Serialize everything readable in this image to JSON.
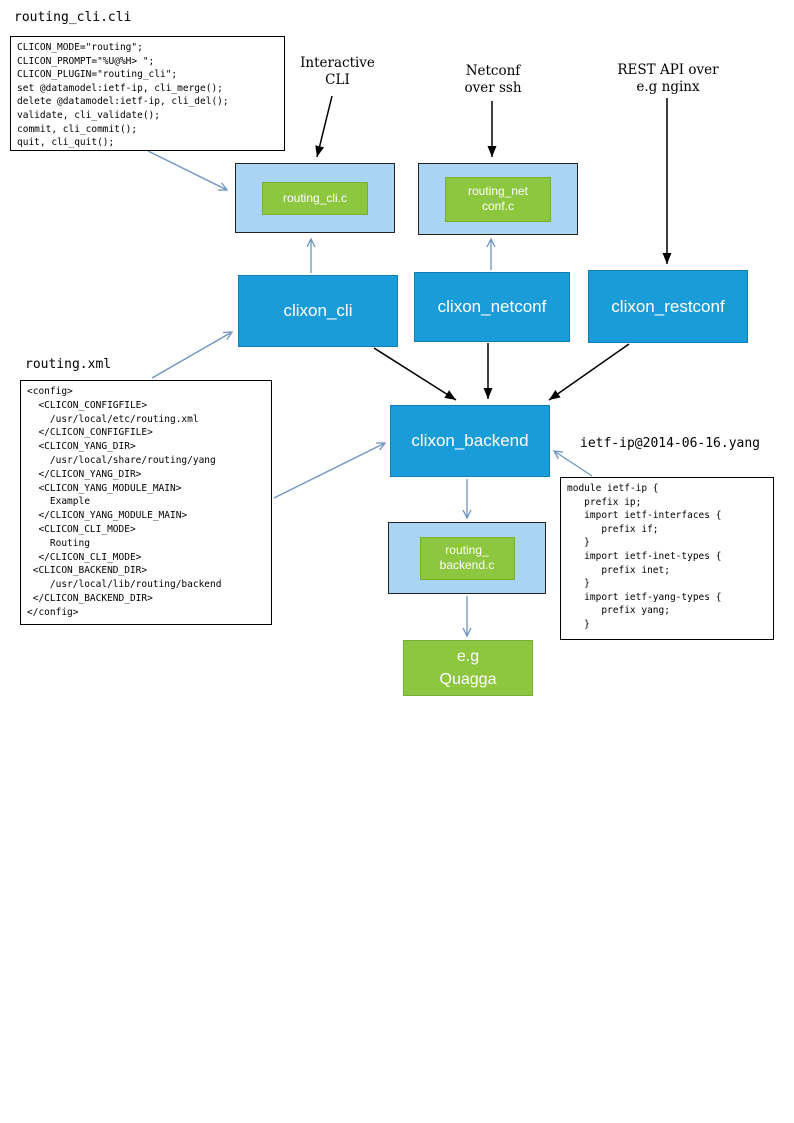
{
  "diagram": {
    "files": {
      "routing_cli": {
        "label": "routing_cli.cli",
        "code": "CLICON_MODE=\"routing\";\nCLICON_PROMPT=\"%U@%H> \";\nCLICON_PLUGIN=\"routing_cli\";\nset @datamodel:ietf-ip, cli_merge();\ndelete @datamodel:ietf-ip, cli_del();\nvalidate, cli_validate();\ncommit, cli_commit();\nquit, cli_quit();"
      },
      "routing_xml": {
        "label": "routing.xml",
        "code": "<config>\n  <CLICON_CONFIGFILE>\n    /usr/local/etc/routing.xml\n  </CLICON_CONFIGFILE>\n  <CLICON_YANG_DIR>\n    /usr/local/share/routing/yang\n  </CLICON_YANG_DIR>\n  <CLICON_YANG_MODULE_MAIN>\n    Example\n  </CLICON_YANG_MODULE_MAIN>\n  <CLICON_CLI_MODE>\n    Routing\n  </CLICON_CLI_MODE>\n <CLICON_BACKEND_DIR>\n    /usr/local/lib/routing/backend\n </CLICON_BACKEND_DIR>\n</config>"
      },
      "yang": {
        "label": "ietf-ip@2014-06-16.yang",
        "code": "module ietf-ip {\n   prefix ip;\n   import ietf-interfaces {\n      prefix if;\n   }\n   import ietf-inet-types {\n      prefix inet;\n   }\n   import ietf-yang-types {\n      prefix yang;\n   }"
      }
    },
    "annotations": {
      "interactive_cli": "Interactive\nCLI",
      "netconf_ssh": "Netconf\nover ssh",
      "rest_api": "REST API over\ne.g nginx"
    },
    "nodes": {
      "routing_cli_c": "routing_cli.c",
      "routing_netconf_c": "routing_net\nconf.c",
      "clixon_cli": "clixon_cli",
      "clixon_netconf": "clixon_netconf",
      "clixon_restconf": "clixon_restconf",
      "clixon_backend": "clixon_backend",
      "routing_backend_c": "routing_\nbackend.c",
      "quagga": "e.g\nQuagga"
    },
    "colors": {
      "process_blue": "#1a9cd8",
      "panel_blue": "#a9d4f2",
      "plugin_green": "#8dc63f",
      "wire_blue": "#6d94c2",
      "wire_black": "#000000"
    }
  }
}
